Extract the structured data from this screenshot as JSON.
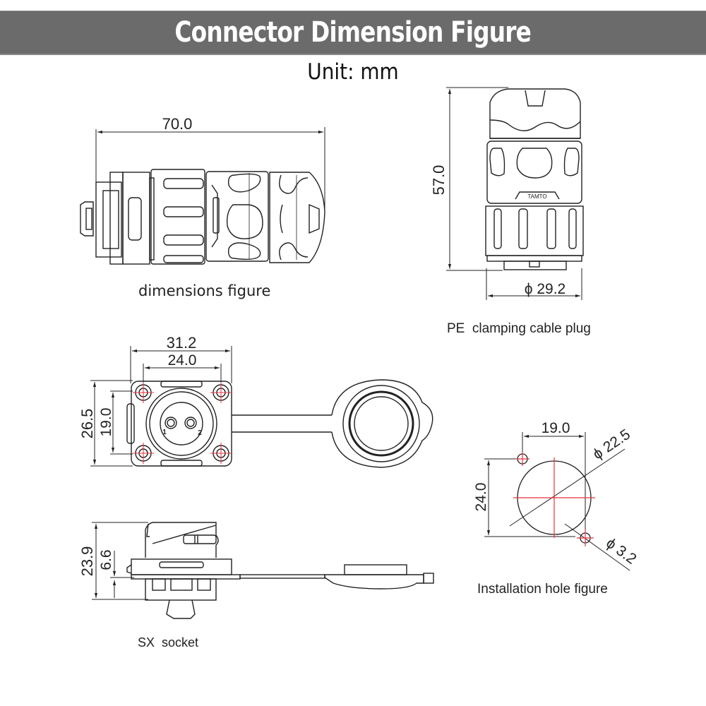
{
  "header": {
    "title": "Connector Dimension Figure"
  },
  "unit_label": "Unit: mm",
  "colors": {
    "header_bg": "#6b6b6b",
    "header_text": "#ffffff",
    "line": "#222222",
    "centerline": "#e8323c"
  },
  "figures": {
    "dimensions_figure": {
      "caption": "dimensions figure",
      "dims": {
        "length": "70.0"
      }
    },
    "pe_plug": {
      "caption": "PE  clamping cable plug",
      "dims": {
        "height": "57.0",
        "diameter": "ϕ 29.2"
      }
    },
    "socket_front": {
      "dims": {
        "outer_width": "31.2",
        "hole_spacing_x": "24.0",
        "outer_height": "26.5",
        "hole_spacing_y": "19.0"
      },
      "pin_labels": [
        "1",
        "2"
      ]
    },
    "sx_socket": {
      "caption": "SX  socket",
      "dims": {
        "total_height": "23.9",
        "below_panel": "6.6"
      }
    },
    "installation_hole": {
      "caption": "Installation hole figure",
      "dims": {
        "hole_spacing_x": "19.0",
        "hole_spacing_y": "24.0",
        "main_diameter": "ϕ 22.5",
        "mount_hole_diameter": "ϕ 3.2"
      }
    }
  }
}
